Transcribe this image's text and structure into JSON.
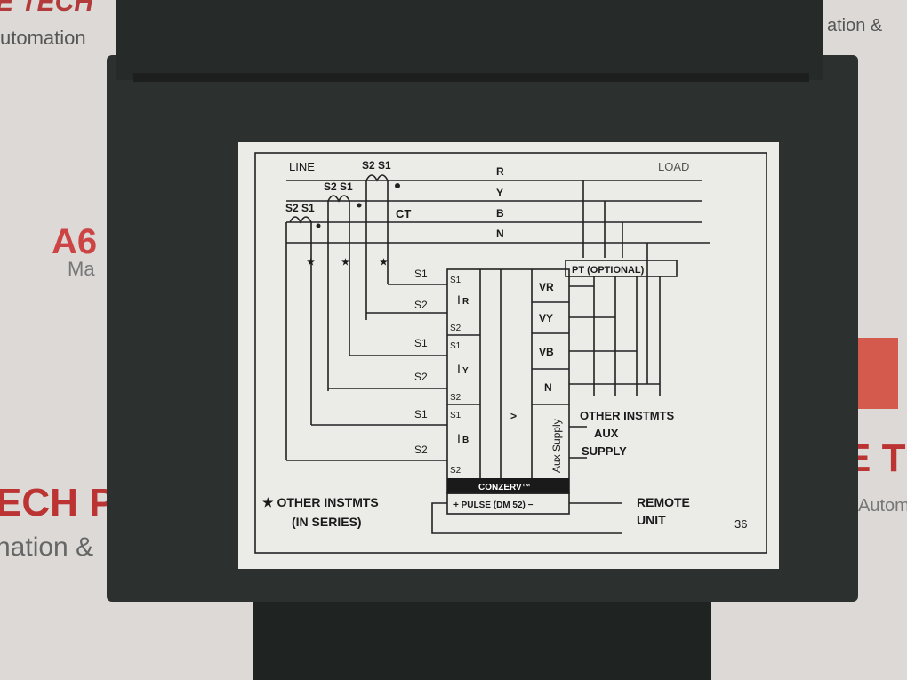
{
  "background": {
    "banner_left": "E TECH",
    "banner_left2": "utomation",
    "banner_right2": "ation &",
    "side_left1": "A6",
    "side_left2": "Ma",
    "side_left3": "ECH P",
    "side_left4": "nation &",
    "side_right1": "E T",
    "side_right2": "Autom"
  },
  "label": {
    "line": "LINE",
    "load": "LOAD",
    "ct": "CT",
    "s2s1": "S2 S1",
    "phases": [
      "R",
      "Y",
      "B",
      "N"
    ],
    "pt": "PT (OPTIONAL)",
    "left_terms": [
      "S1",
      "S2",
      "S1",
      "S2",
      "S1",
      "S2"
    ],
    "box_terms": [
      "S1",
      "S2",
      "S1",
      "S2",
      "S1",
      "S2"
    ],
    "currents": [
      "I",
      "R",
      "Y",
      "B"
    ],
    "voltages": [
      "VR",
      "VY",
      "VB",
      "N"
    ],
    "v_label": ">",
    "aux": "Aux Supply",
    "brand": "CONZERV™",
    "pulse": "+ PULSE (DM 52) −",
    "other_aux": [
      "OTHER INSTMTS",
      "AUX",
      "SUPPLY"
    ],
    "other_series": [
      "★ OTHER INSTMTS",
      "(IN SERIES)"
    ],
    "remote": [
      "REMOTE",
      "UNIT"
    ],
    "number": "36"
  },
  "colors": {
    "device": "#2a2e2d",
    "label": "#ebebe8",
    "ink": "#1a1a1a"
  }
}
